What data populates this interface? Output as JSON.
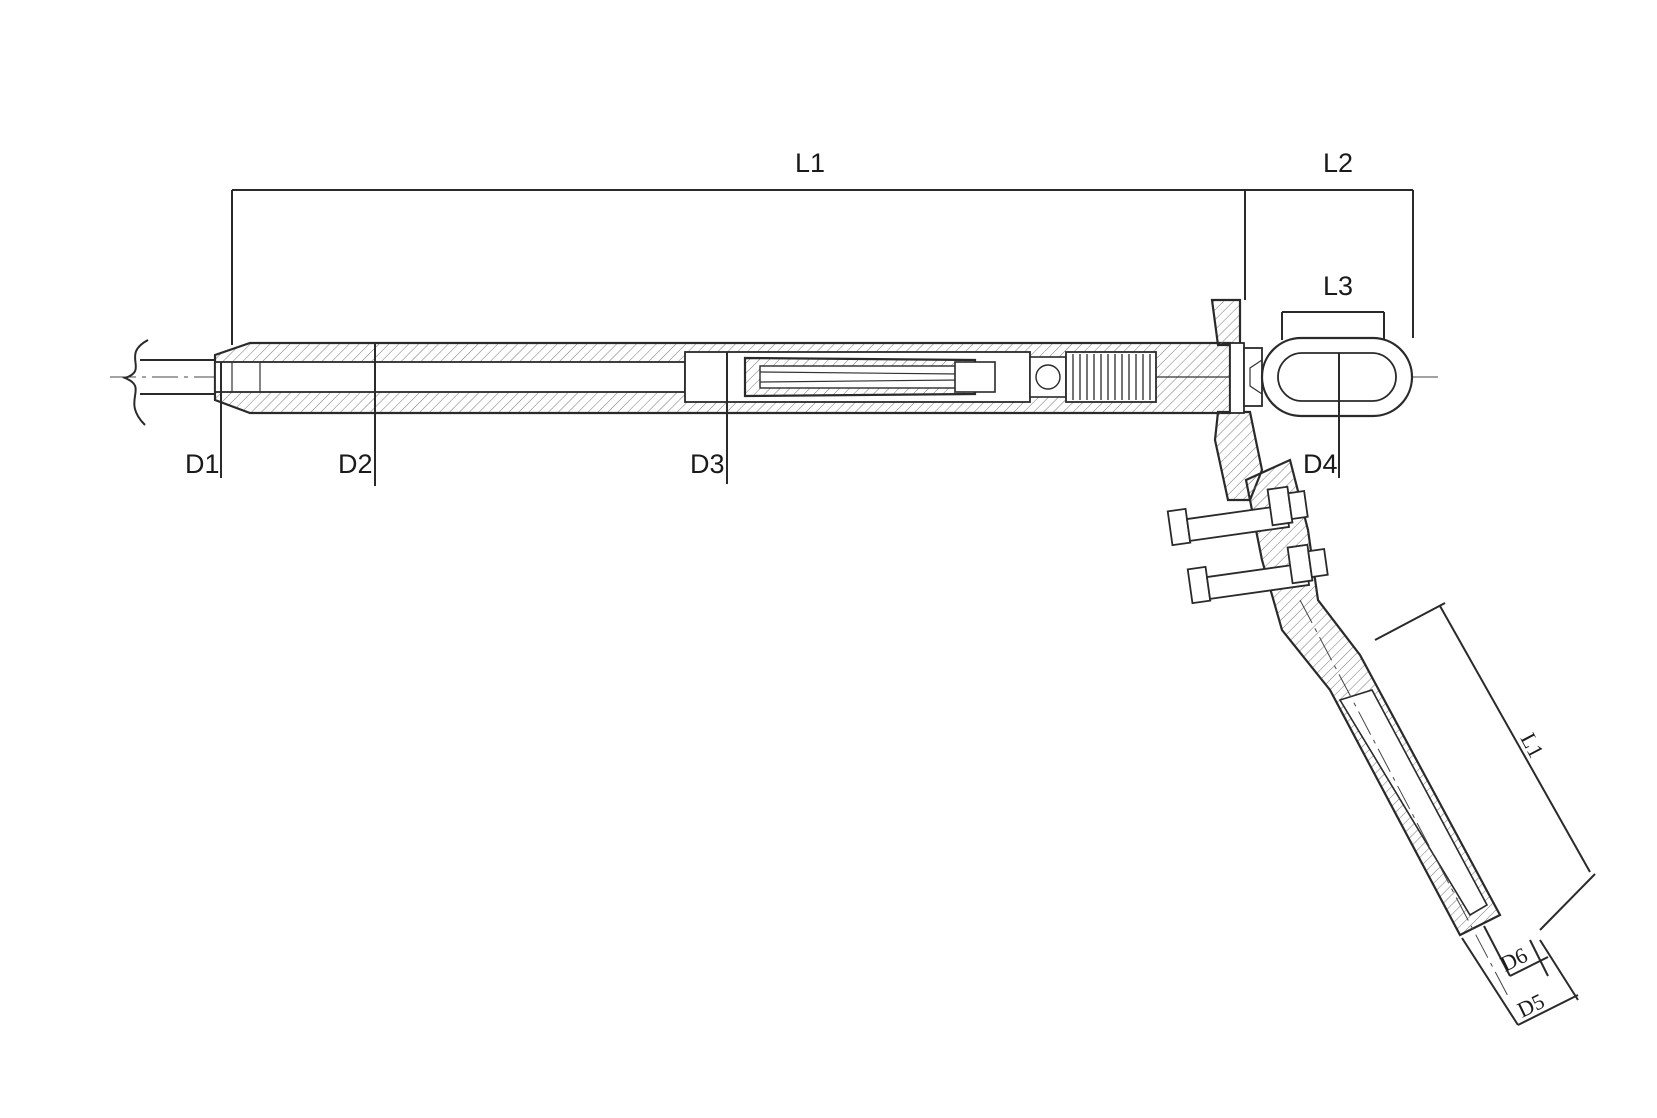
{
  "diagram": {
    "dimensions": {
      "L1_top": "L1",
      "L2": "L2",
      "L3": "L3",
      "D1": "D1",
      "D2": "D2",
      "D3": "D3",
      "D4": "D4",
      "L1_side": "L1",
      "D6": "D6",
      "D5": "D5"
    },
    "colors": {
      "line": "#2a2a2a",
      "hatch": "#555555",
      "background": "#ffffff"
    }
  }
}
